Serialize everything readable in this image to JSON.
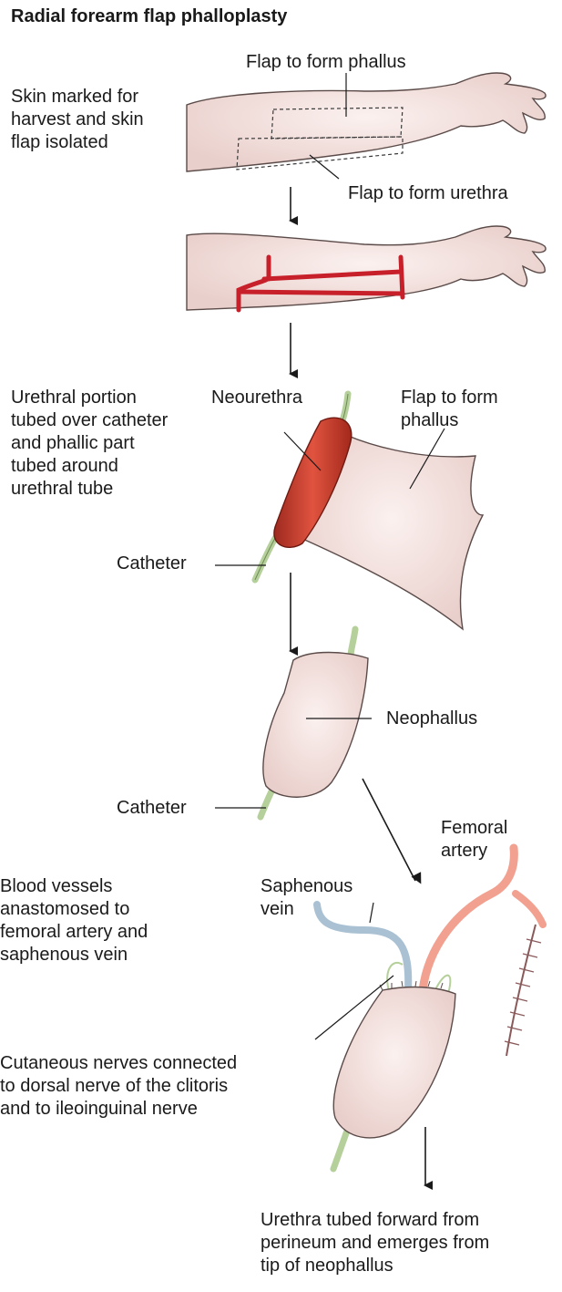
{
  "title": "Radial forearm flap phalloplasty",
  "labels": {
    "flap_phallus_top": "Flap to form phallus",
    "skin_marked": "Skin marked for\nharvest and skin\nflap isolated",
    "flap_urethra": "Flap to form urethra",
    "urethral_portion": "Urethral portion\ntubed over catheter\nand phallic part\ntubed around\nurethral tube",
    "neourethra": "Neourethra",
    "flap_phallus_mid": "Flap to form\nphallus",
    "catheter_1": "Catheter",
    "neophallus": "Neophallus",
    "catheter_2": "Catheter",
    "femoral_artery": "Femoral\nartery",
    "saphenous_vein": "Saphenous\nvein",
    "blood_vessels": "Blood vessels\nanastomosed to\nfemoral artery and\nsaphenous vein",
    "cutaneous_nerves": "Cutaneous nerves connected\nto dorsal nerve of the clitoris\nand to ileoinguinal nerve",
    "urethra_tubed": "Urethra tubed forward from\nperineum and emerges from\ntip of neophallus"
  },
  "colors": {
    "skin": "#efd9d6",
    "skin_outline": "#5a4a48",
    "incision": "#c8202a",
    "neourethra": "#c0392b",
    "catheter": "#b5d09a",
    "artery": "#f2a08f",
    "vein": "#a9c1d3",
    "suture": "#8a5a5a"
  }
}
